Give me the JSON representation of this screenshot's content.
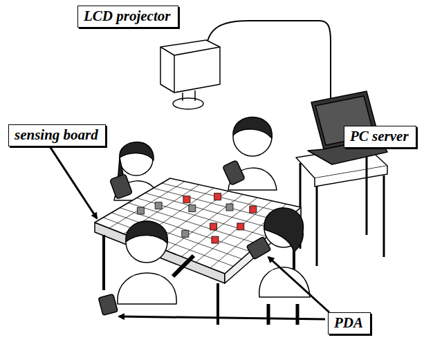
{
  "diagram": {
    "nodes": [
      {
        "text": [
          "LCD projector"
        ]
      },
      {
        "text": [
          "sensing board"
        ]
      },
      {
        "text": [
          "PC server"
        ]
      },
      {
        "text": [
          "PDA"
        ]
      }
    ]
  }
}
